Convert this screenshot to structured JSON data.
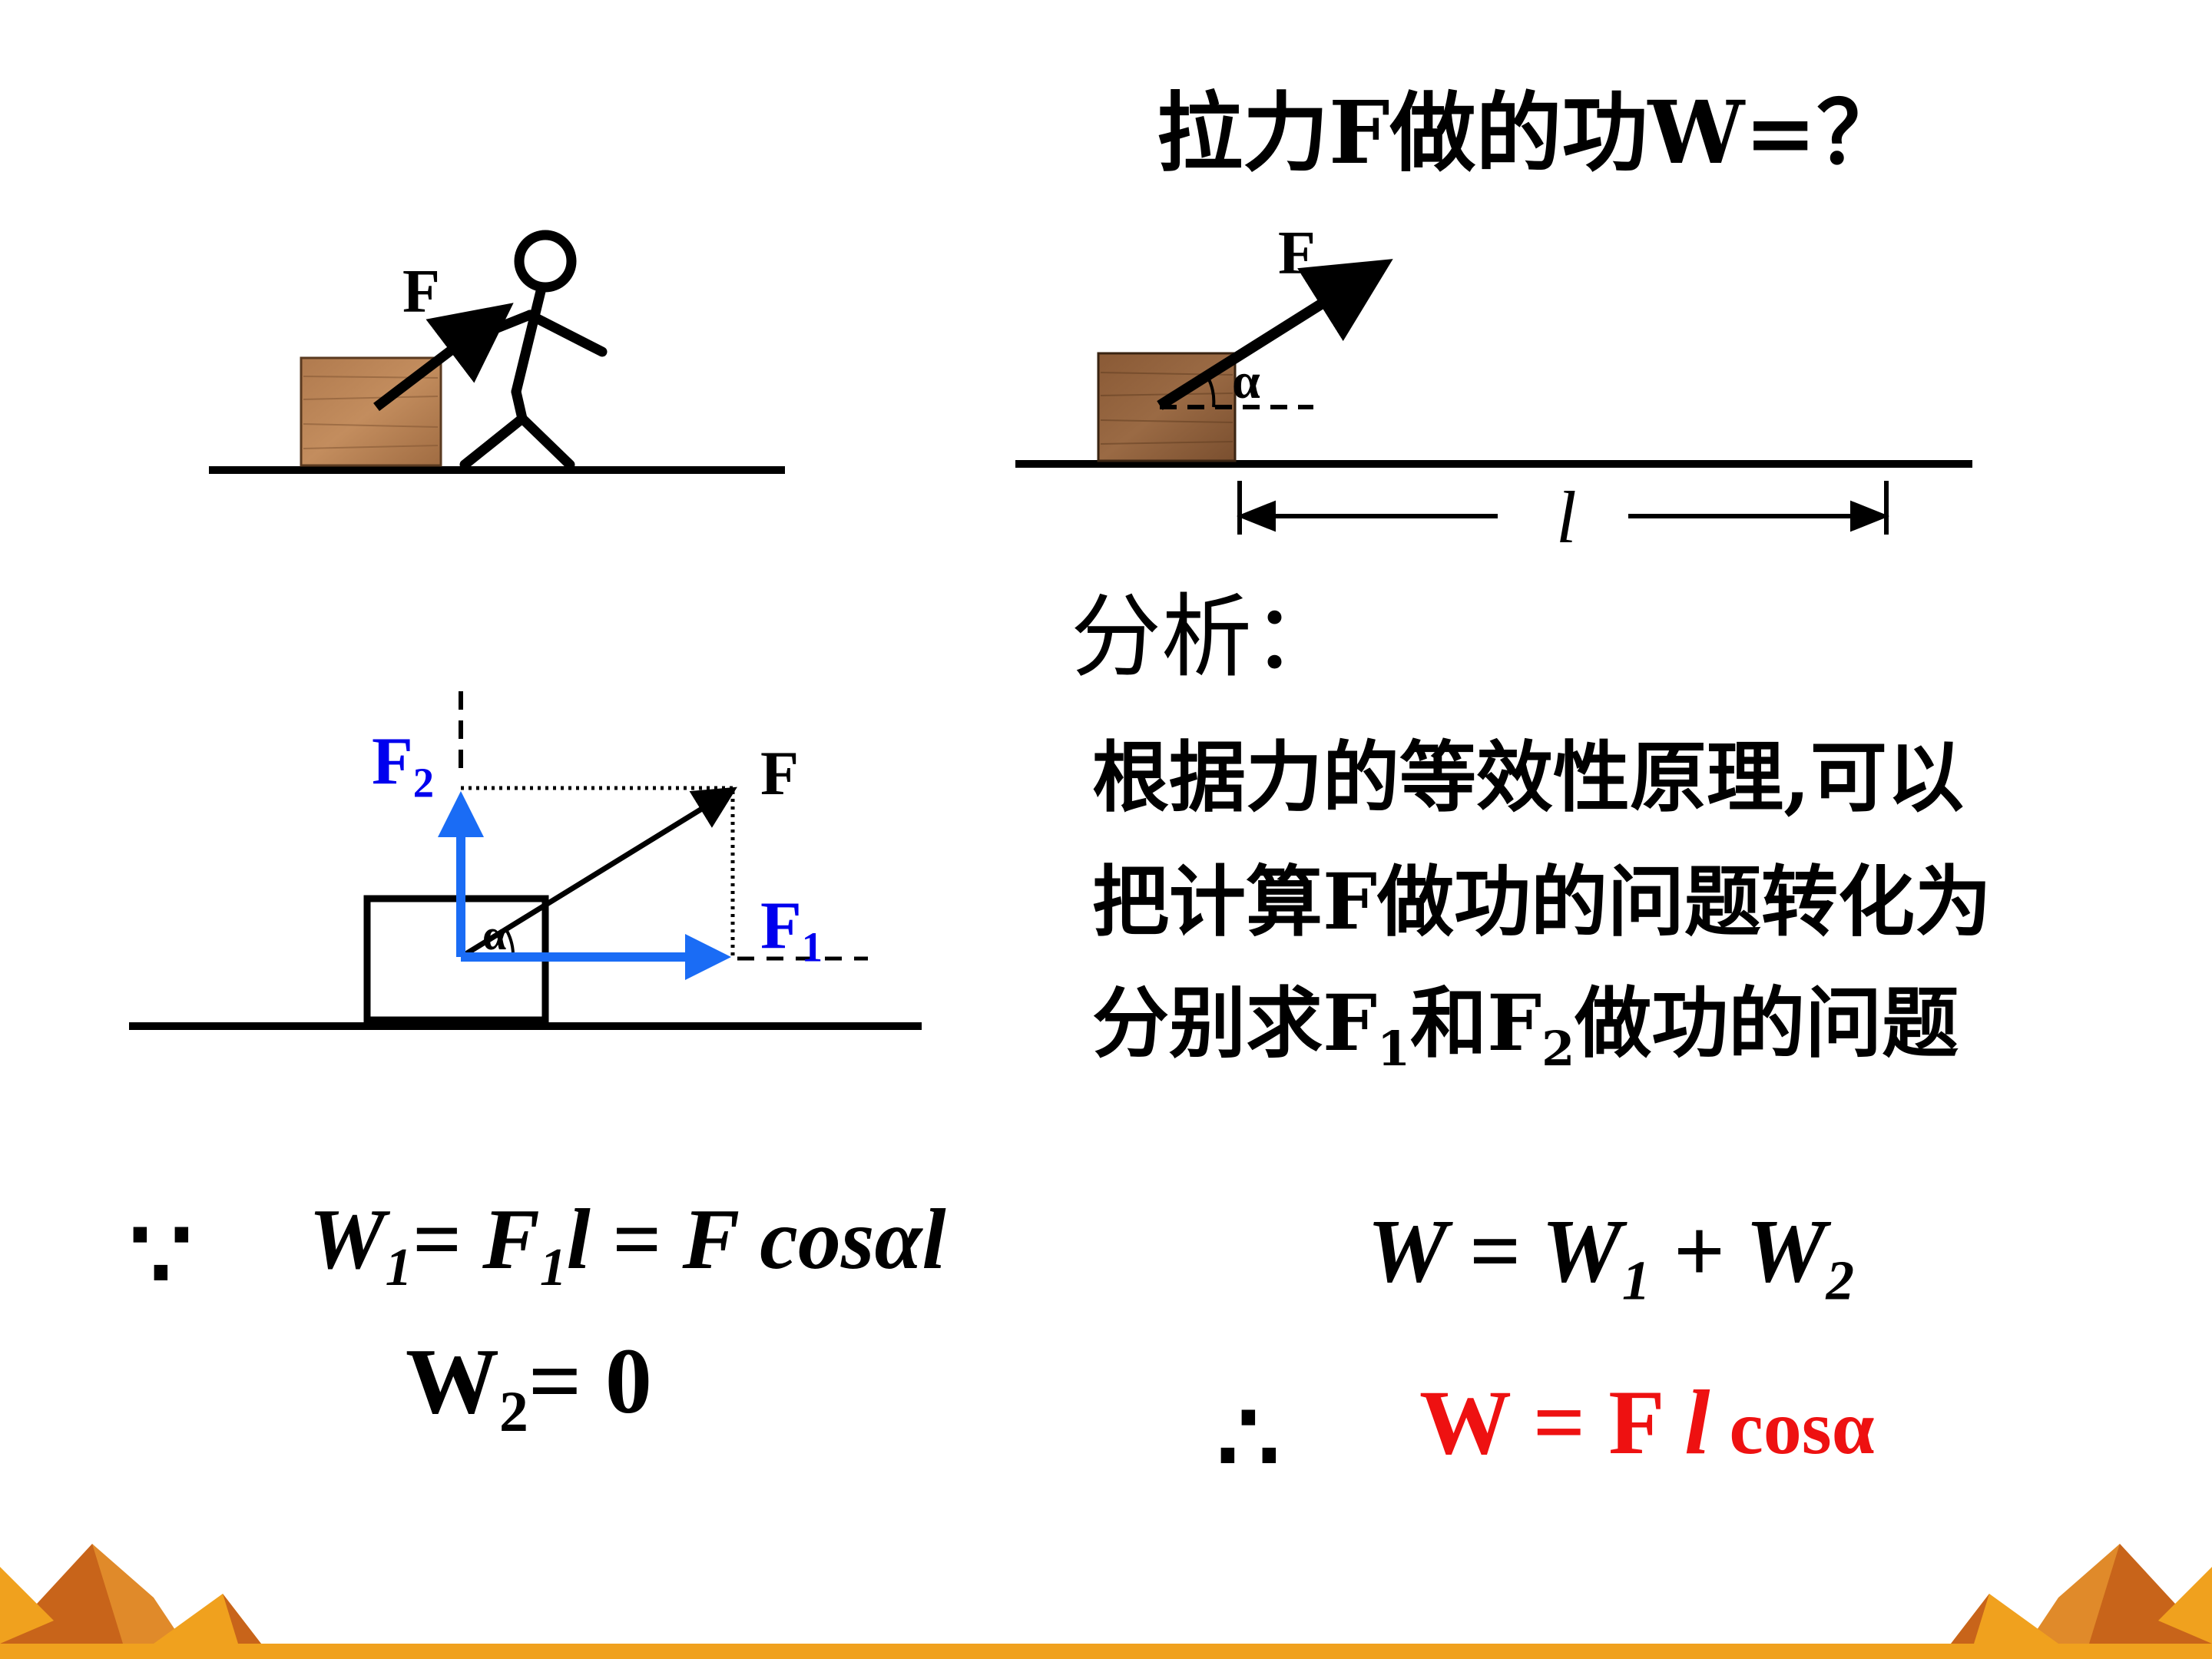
{
  "question": {
    "label": "拉力F做的功W",
    "suffix": "=？"
  },
  "diagram_top_left": {
    "force_label": "F"
  },
  "diagram_top_right": {
    "force_label": "F",
    "angle_label": "α",
    "distance_label": "l"
  },
  "analysis": {
    "heading": "分析：",
    "line1": "根据力的等效性原理,可以",
    "line2": "把计算F做功的问题转化为",
    "line3_a": "分别求F",
    "line3_sub1": "1",
    "line3_b": "和F",
    "line3_sub2": "2",
    "line3_c": "做功的问题"
  },
  "decomposition": {
    "f_label": "F",
    "f1_label": "F",
    "f1_sub": "1",
    "f2_label": "F",
    "f2_sub": "2",
    "angle_label": "α",
    "colors": {
      "components": "#1a6cf5",
      "labels": "#0000ee"
    }
  },
  "equations": {
    "because": "∵",
    "w1_W": "W",
    "w1_sub": "1",
    "w1_eq": "= F",
    "w1_sub2": "1",
    "w1_rest": "l = F cosαl",
    "w2_W": "W",
    "w2_sub": "2",
    "w2_rest": "= 0",
    "sum_W": "W = W",
    "sum_sub1": "1",
    "sum_plus": " + W",
    "sum_sub2": "2",
    "therefore": "∴",
    "result": "W = F ",
    "result_l": "l",
    "result_cos": " cosα",
    "result_color": "#ee1111"
  },
  "footer": {
    "colors": {
      "band": "#f0a11e",
      "triangle_dark": "#c8641a",
      "triangle_light": "#f0a11e"
    }
  }
}
